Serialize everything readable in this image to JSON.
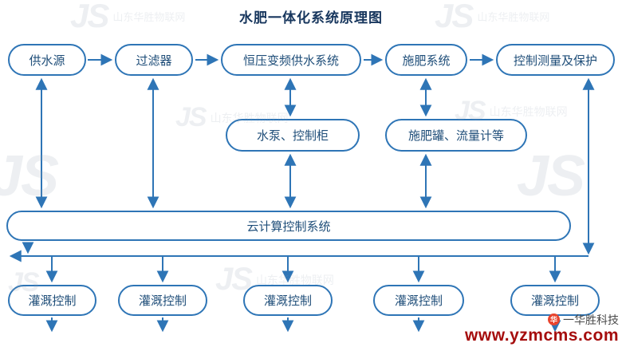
{
  "title": "水肥一体化系统原理图",
  "nodes": {
    "top": [
      {
        "label": "供水源"
      },
      {
        "label": "过滤器"
      },
      {
        "label": "恒压变频供水系统"
      },
      {
        "label": "施肥系统"
      },
      {
        "label": "控制测量及保护"
      }
    ],
    "mid": [
      {
        "label": "水泵、控制柜"
      },
      {
        "label": "施肥罐、流量计等"
      }
    ],
    "cloud": {
      "label": "云计算控制系统"
    },
    "bottom": [
      {
        "label": "灌溉控制"
      },
      {
        "label": "灌溉控制"
      },
      {
        "label": "灌溉控制"
      },
      {
        "label": "灌溉控制"
      },
      {
        "label": "灌溉控制"
      }
    ]
  },
  "watermark": {
    "logo": "JS",
    "text": "山东华胜物联网"
  },
  "footer": {
    "brand": "一华胜科技",
    "logo_glyph": "华",
    "url": "www.yzmcms.com"
  },
  "colors": {
    "node_border": "#2e75b6",
    "node_text": "#1f4e79",
    "arrow": "#2e75b6",
    "title": "#17365d",
    "url_red": "#a50d0d",
    "brand_red": "#e8442e"
  }
}
